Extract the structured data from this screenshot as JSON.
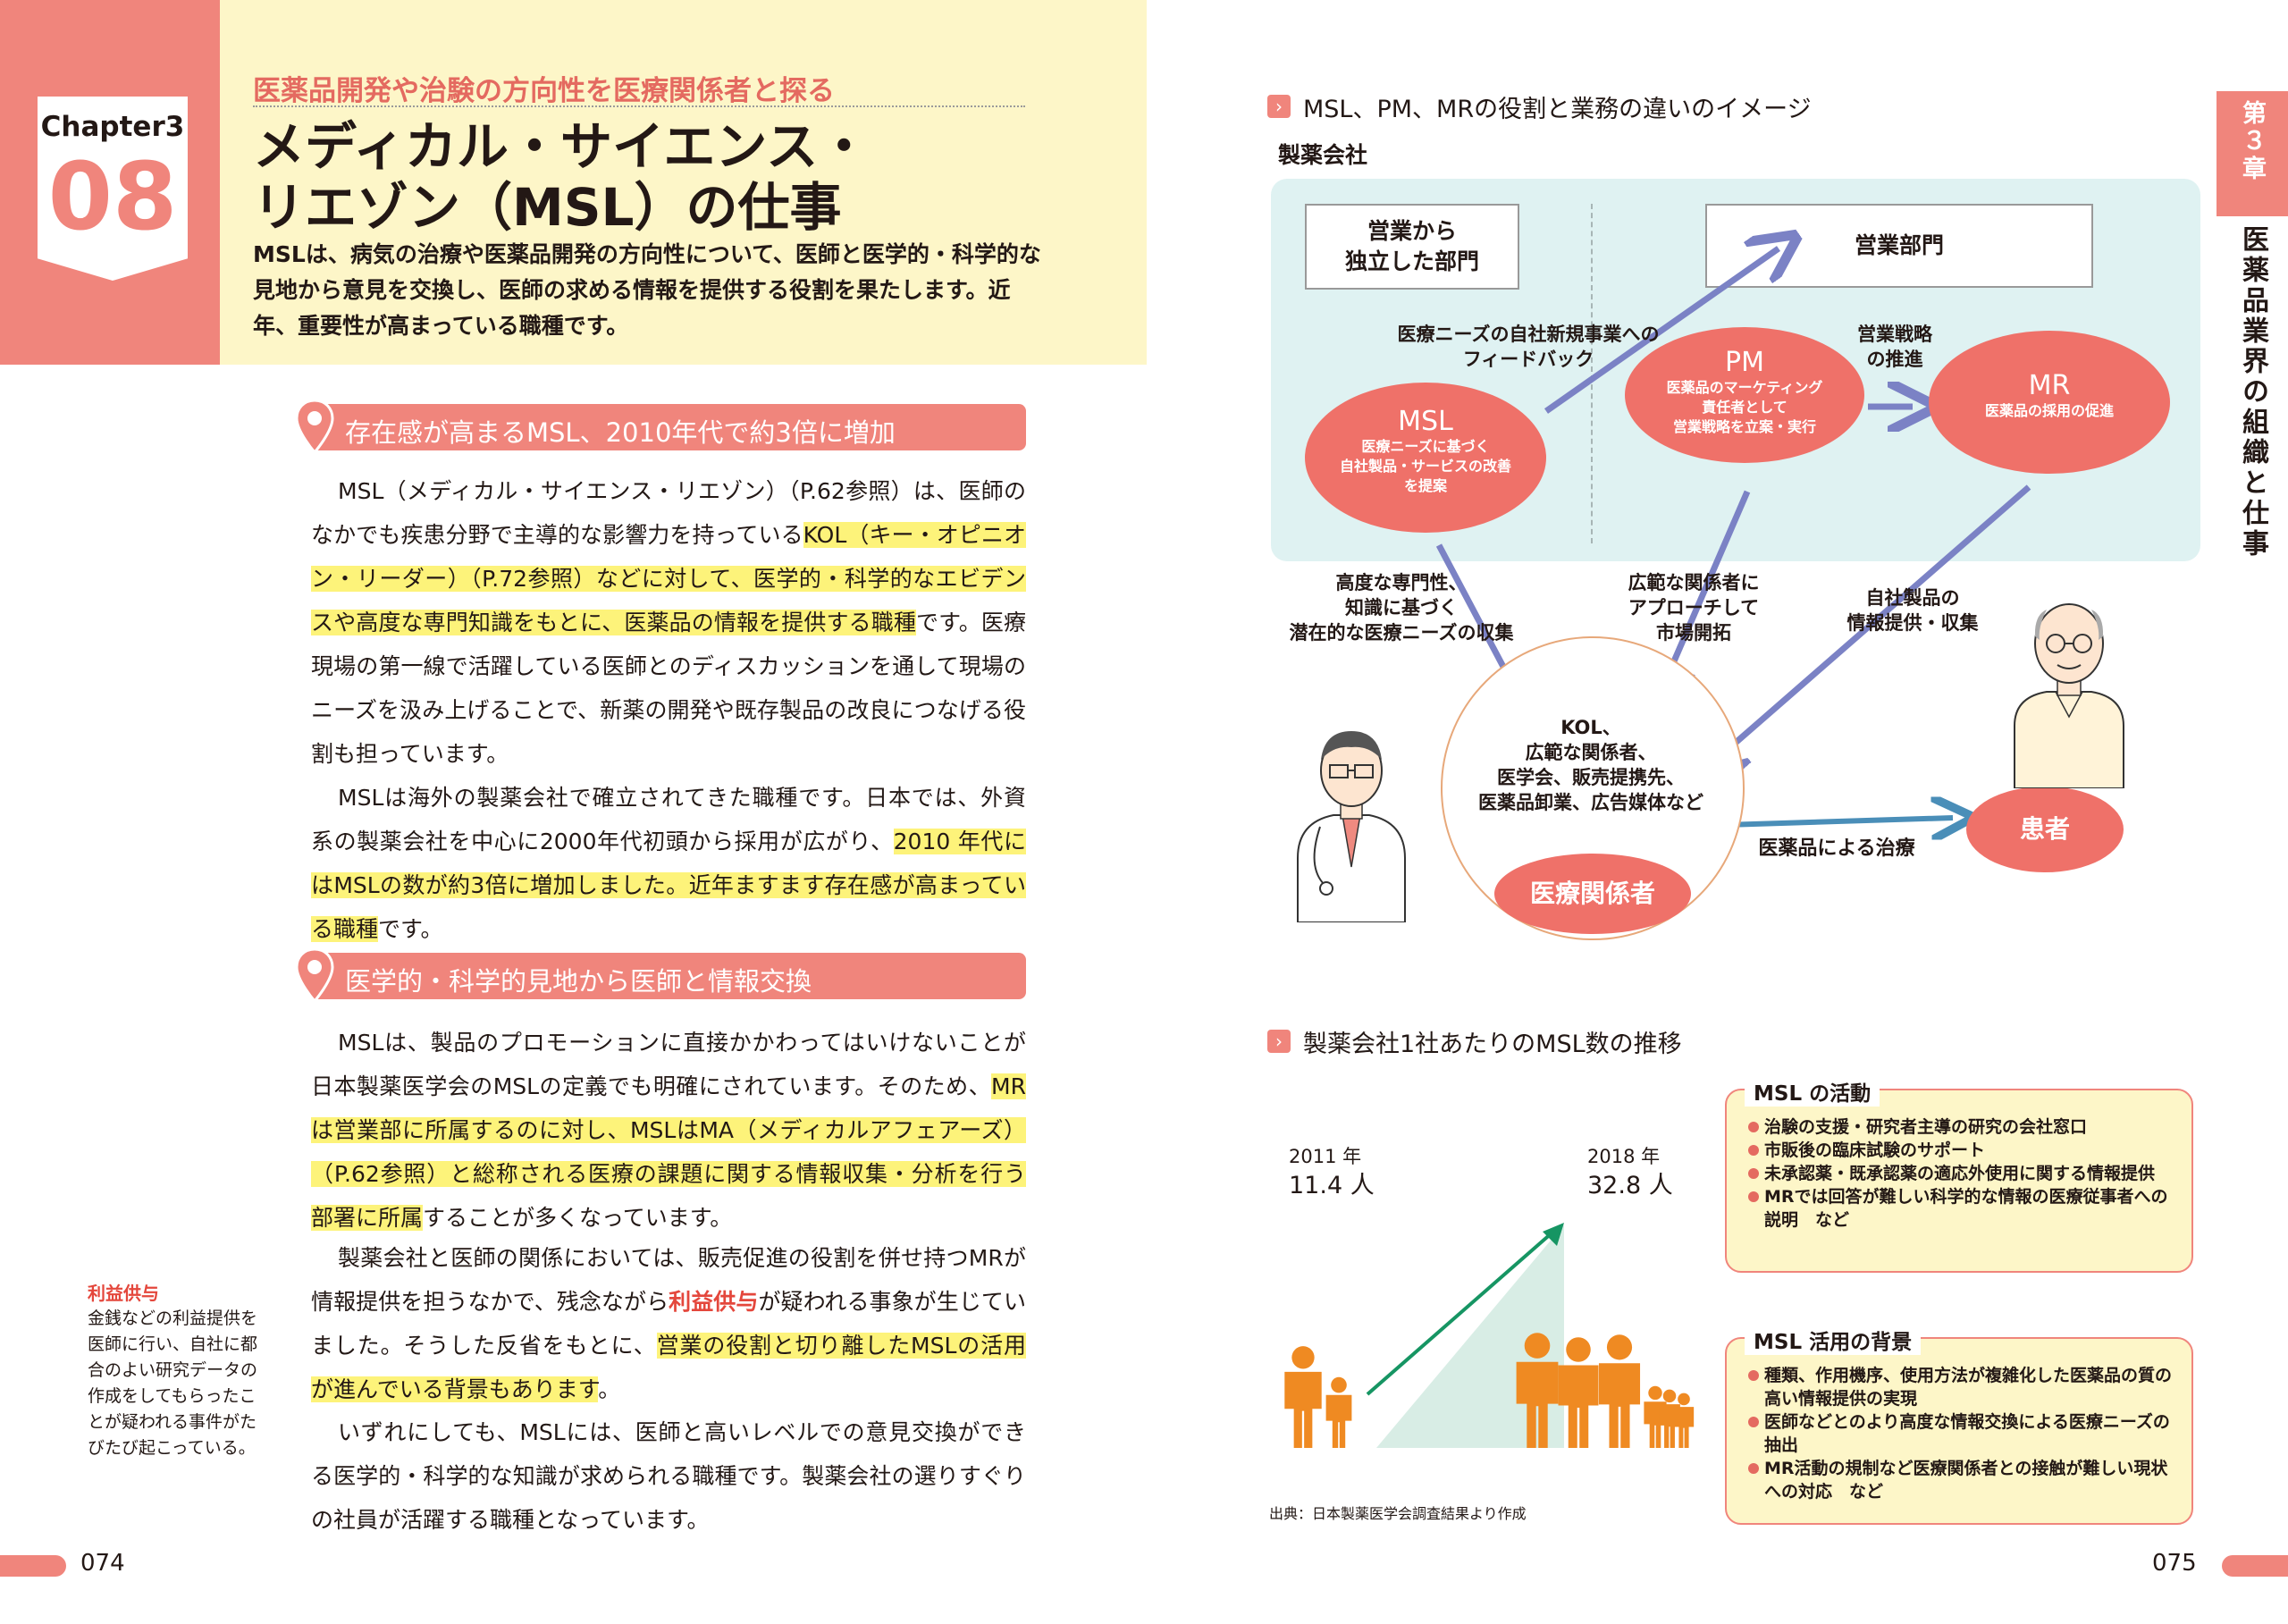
{
  "header": {
    "chapter_label": "Chapter3",
    "chapter_number": "08",
    "subtitle": "医薬品開発や治験の方向性を医療関係者と探る",
    "title": "メディカル・サイエンス・\nリエゾン（MSL）の仕事",
    "lead": "MSLは、病気の治療や医薬品開発の方向性について、医師と医学的・科学的な見地から意見を交換し、医師の求める情報を提供する役割を果たします。近年、重要性が高まっている職種です。"
  },
  "section1": {
    "heading": "存在感が高まるMSL、2010年代で約3倍に増加",
    "p1_a": "MSL（メディカル・サイエンス・リエゾン）（P.62参照）は、医師のなかでも疾患分野で主導的な影響力を持っている",
    "p1_hl": "KOL（キー・オピニオン・リーダー）（P.72参照）などに対して、医学的・科学的なエビデンスや高度な専門知識をもとに、医薬品の情報を提供する職種",
    "p1_b": "です。医療現場の第一線で活躍している医師とのディスカッションを通して現場のニーズを汲み上げることで、新薬の開発や既存製品の改良につなげる役割も担っています。",
    "p2_a": "MSLは海外の製薬会社で確立されてきた職種です。日本では、外資系の製薬会社を中心に2000年代初頭から採用が広がり、",
    "p2_hl": "2010 年代にはMSLの数が約3倍に増加しました。近年ますます存在感が高まっている職種",
    "p2_b": "です。"
  },
  "section2": {
    "heading": "医学的・科学的見地から医師と情報交換",
    "p1_a": "MSLは、製品のプロモーションに直接かかわってはいけないことが日本製薬医学会のMSLの定義でも明確にされています。そのため、",
    "p1_hl": "MRは営業部に所属するのに対し、MSLはMA（メディカルアフェアーズ）（P.62参照）と総称される医療の課題に関する情報収集・分析を行う部署に所属",
    "p1_b": "することが多くなっています。",
    "p2_a": "製薬会社と医師の関係においては、販売促進の役割を併せ持つMRが情報提供を担うなかで、残念ながら",
    "p2_red": "利益供与",
    "p2_b": "が疑われる事象が生じていました。そうした反省をもとに、",
    "p2_hl": "営業の役割と切り離したMSLの活用が進んでいる背景もあります",
    "p2_c": "。",
    "p3": "いずれにしても、MSLには、医師と高いレベルでの意見交換ができる医学的・科学的な知識が求められる職種です。製薬会社の選りすぐりの社員が活躍する職種となっています。"
  },
  "note": {
    "title": "利益供与",
    "body": "金銭などの利益提供を医師に行い、自社に都合のよい研究データの作成をしてもらったことが疑われる事件がたびたび起こっている。"
  },
  "page_left": "074",
  "page_right": "075",
  "chapter_tab": {
    "chapter": "第３章",
    "title": "医薬品業界の組織と仕事"
  },
  "diagram1": {
    "heading": "MSL、PM、MRの役割と業務の違いのイメージ",
    "company": "製薬会社",
    "dept_independent": "営業から\n独立した部門",
    "dept_sales": "営業部門",
    "feedback": "医療ニーズの自社新規事業への\nフィードバック",
    "strategy": "営業戦略\nの推進",
    "msl_title": "MSL",
    "msl_desc": "医療ニーズに基づく\n自社製品・サービスの改善\nを提案",
    "pm_title": "PM",
    "pm_desc": "医薬品のマーケティング\n責任者として\n営業戦略を立案・実行",
    "mr_title": "MR",
    "mr_desc": "医薬品の採用の促進",
    "msl_collect": "高度な専門性、\n知識に基づく\n潜在的な医療ニーズの収集",
    "pm_approach": "広範な関係者に\nアプローチして\n市場開拓",
    "mr_info": "自社製品の\n情報提供・収集",
    "stakeholders": "KOL、\n広範な関係者、\n医学会、販売提携先、\n医薬品卸業、広告媒体など",
    "medical": "医療関係者",
    "patient": "患者",
    "treatment": "医薬品による治療"
  },
  "diagram2": {
    "heading": "製薬会社1社あたりのMSL数の推移",
    "year1": "2011 年",
    "value1": "11.4 人",
    "year2": "2018 年",
    "value2": "32.8 人",
    "source": "出典：日本製薬医学会調査結果より作成",
    "activities_title": "MSL の活動",
    "activities": [
      "治験の支援・研究者主導の研究の会社窓口",
      "市販後の臨床試験のサポート",
      "未承認薬・既承認薬の適応外使用に関する情報提供",
      "MRでは回答が難しい科学的な情報の医療従事者への説明　など"
    ],
    "background_title": "MSL 活用の背景",
    "background": [
      "種類、作用機序、使用方法が複雑化した医薬品の質の高い情報提供の実現",
      "医師などとのより高度な情報交換による医療ニーズの抽出",
      "MR活動の規制など医療関係者との接触が難しい現状への対応　など"
    ]
  },
  "chart_data": {
    "type": "bar",
    "categories": [
      "2011 年",
      "2018 年"
    ],
    "values": [
      11.4,
      32.8
    ],
    "ylabel": ""
  },
  "colors": {
    "accent": "#f0857c",
    "highlight": "#fdf37a",
    "header_bg": "#fdf6c8",
    "diagram_bg": "#dff2f2",
    "arrow": "#7b82c5",
    "person": "#ef8a22",
    "growth": "#169563"
  }
}
